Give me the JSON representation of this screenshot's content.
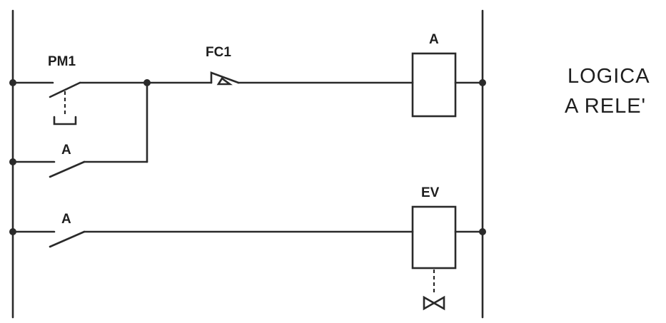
{
  "labels": {
    "pm1": "PM1",
    "fc1": "FC1",
    "a_coil": "A",
    "a_contact_1": "A",
    "a_contact_2": "A",
    "ev_coil": "EV"
  },
  "title": {
    "line1": "LOGICA",
    "line2": "A RELE'"
  },
  "colors": {
    "ink": "#2a2a2a",
    "background": "#ffffff"
  }
}
